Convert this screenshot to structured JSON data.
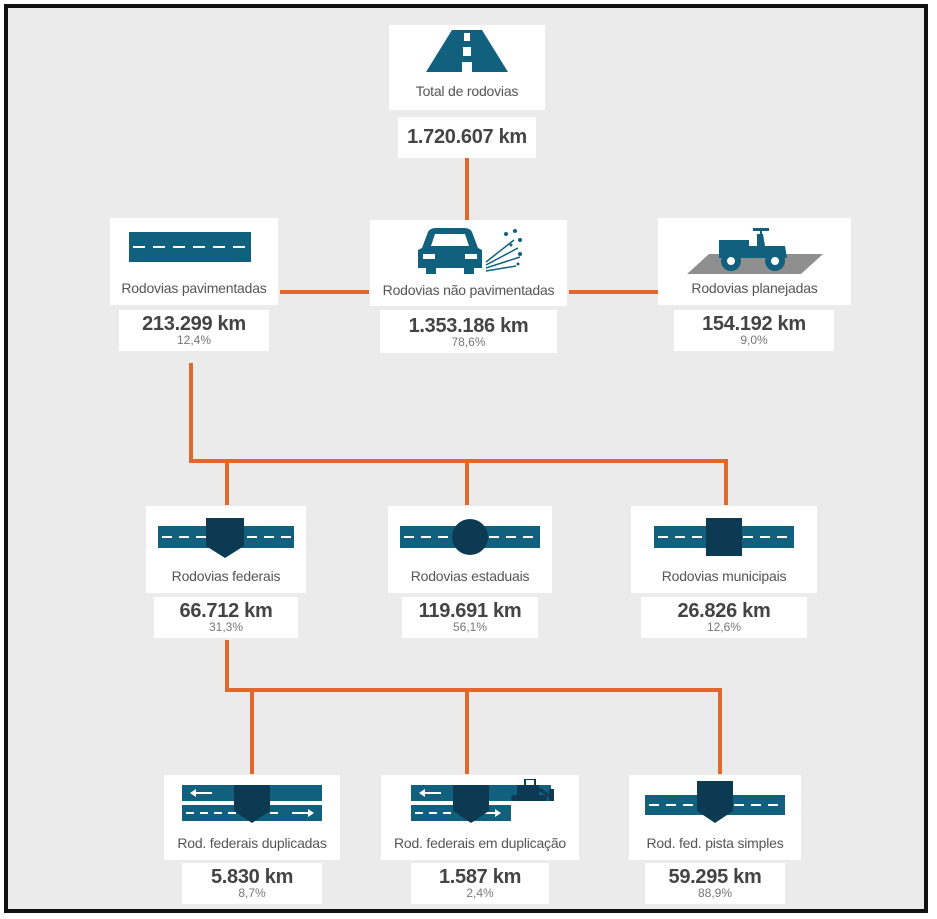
{
  "colors": {
    "road": "#10607e",
    "shield": "#0d3a53",
    "connector": "#e0682d",
    "panel_bg": "#ebebeb"
  },
  "nodes": {
    "total": {
      "label": "Total de rodovias",
      "value": "1.720.607 km",
      "icon": "road-perspective-icon"
    },
    "paved": {
      "label": "Rodovias pavimentadas",
      "value": "213.299 km",
      "percent": "12,4%",
      "icon": "paved-road-icon"
    },
    "unpaved": {
      "label": "Rodovias não pavimentadas",
      "value": "1.353.186 km",
      "percent": "78,6%",
      "icon": "car-dust-icon"
    },
    "planned": {
      "label": "Rodovias planejadas",
      "value": "154.192 km",
      "percent": "9,0%",
      "icon": "road-roller-icon"
    },
    "federal": {
      "label": "Rodovias federais",
      "value": "66.712 km",
      "percent": "31,3%",
      "icon": "federal-shield-road-icon"
    },
    "state": {
      "label": "Rodovias estaduais",
      "value": "119.691 km",
      "percent": "56,1%",
      "icon": "state-circle-road-icon"
    },
    "municipal": {
      "label": "Rodovias municipais",
      "value": "26.826 km",
      "percent": "12,6%",
      "icon": "municipal-square-road-icon"
    },
    "duplicated": {
      "label": "Rod. federais duplicadas",
      "value": "5.830 km",
      "percent": "8,7%",
      "icon": "duplicated-road-icon"
    },
    "duplicating": {
      "label": "Rod. federais em duplicação",
      "value": "1.587 km",
      "percent": "2,4%",
      "icon": "road-construction-icon"
    },
    "single": {
      "label": "Rod. fed. pista simples",
      "value": "59.295 km",
      "percent": "88,9%",
      "icon": "single-lane-road-icon"
    }
  }
}
